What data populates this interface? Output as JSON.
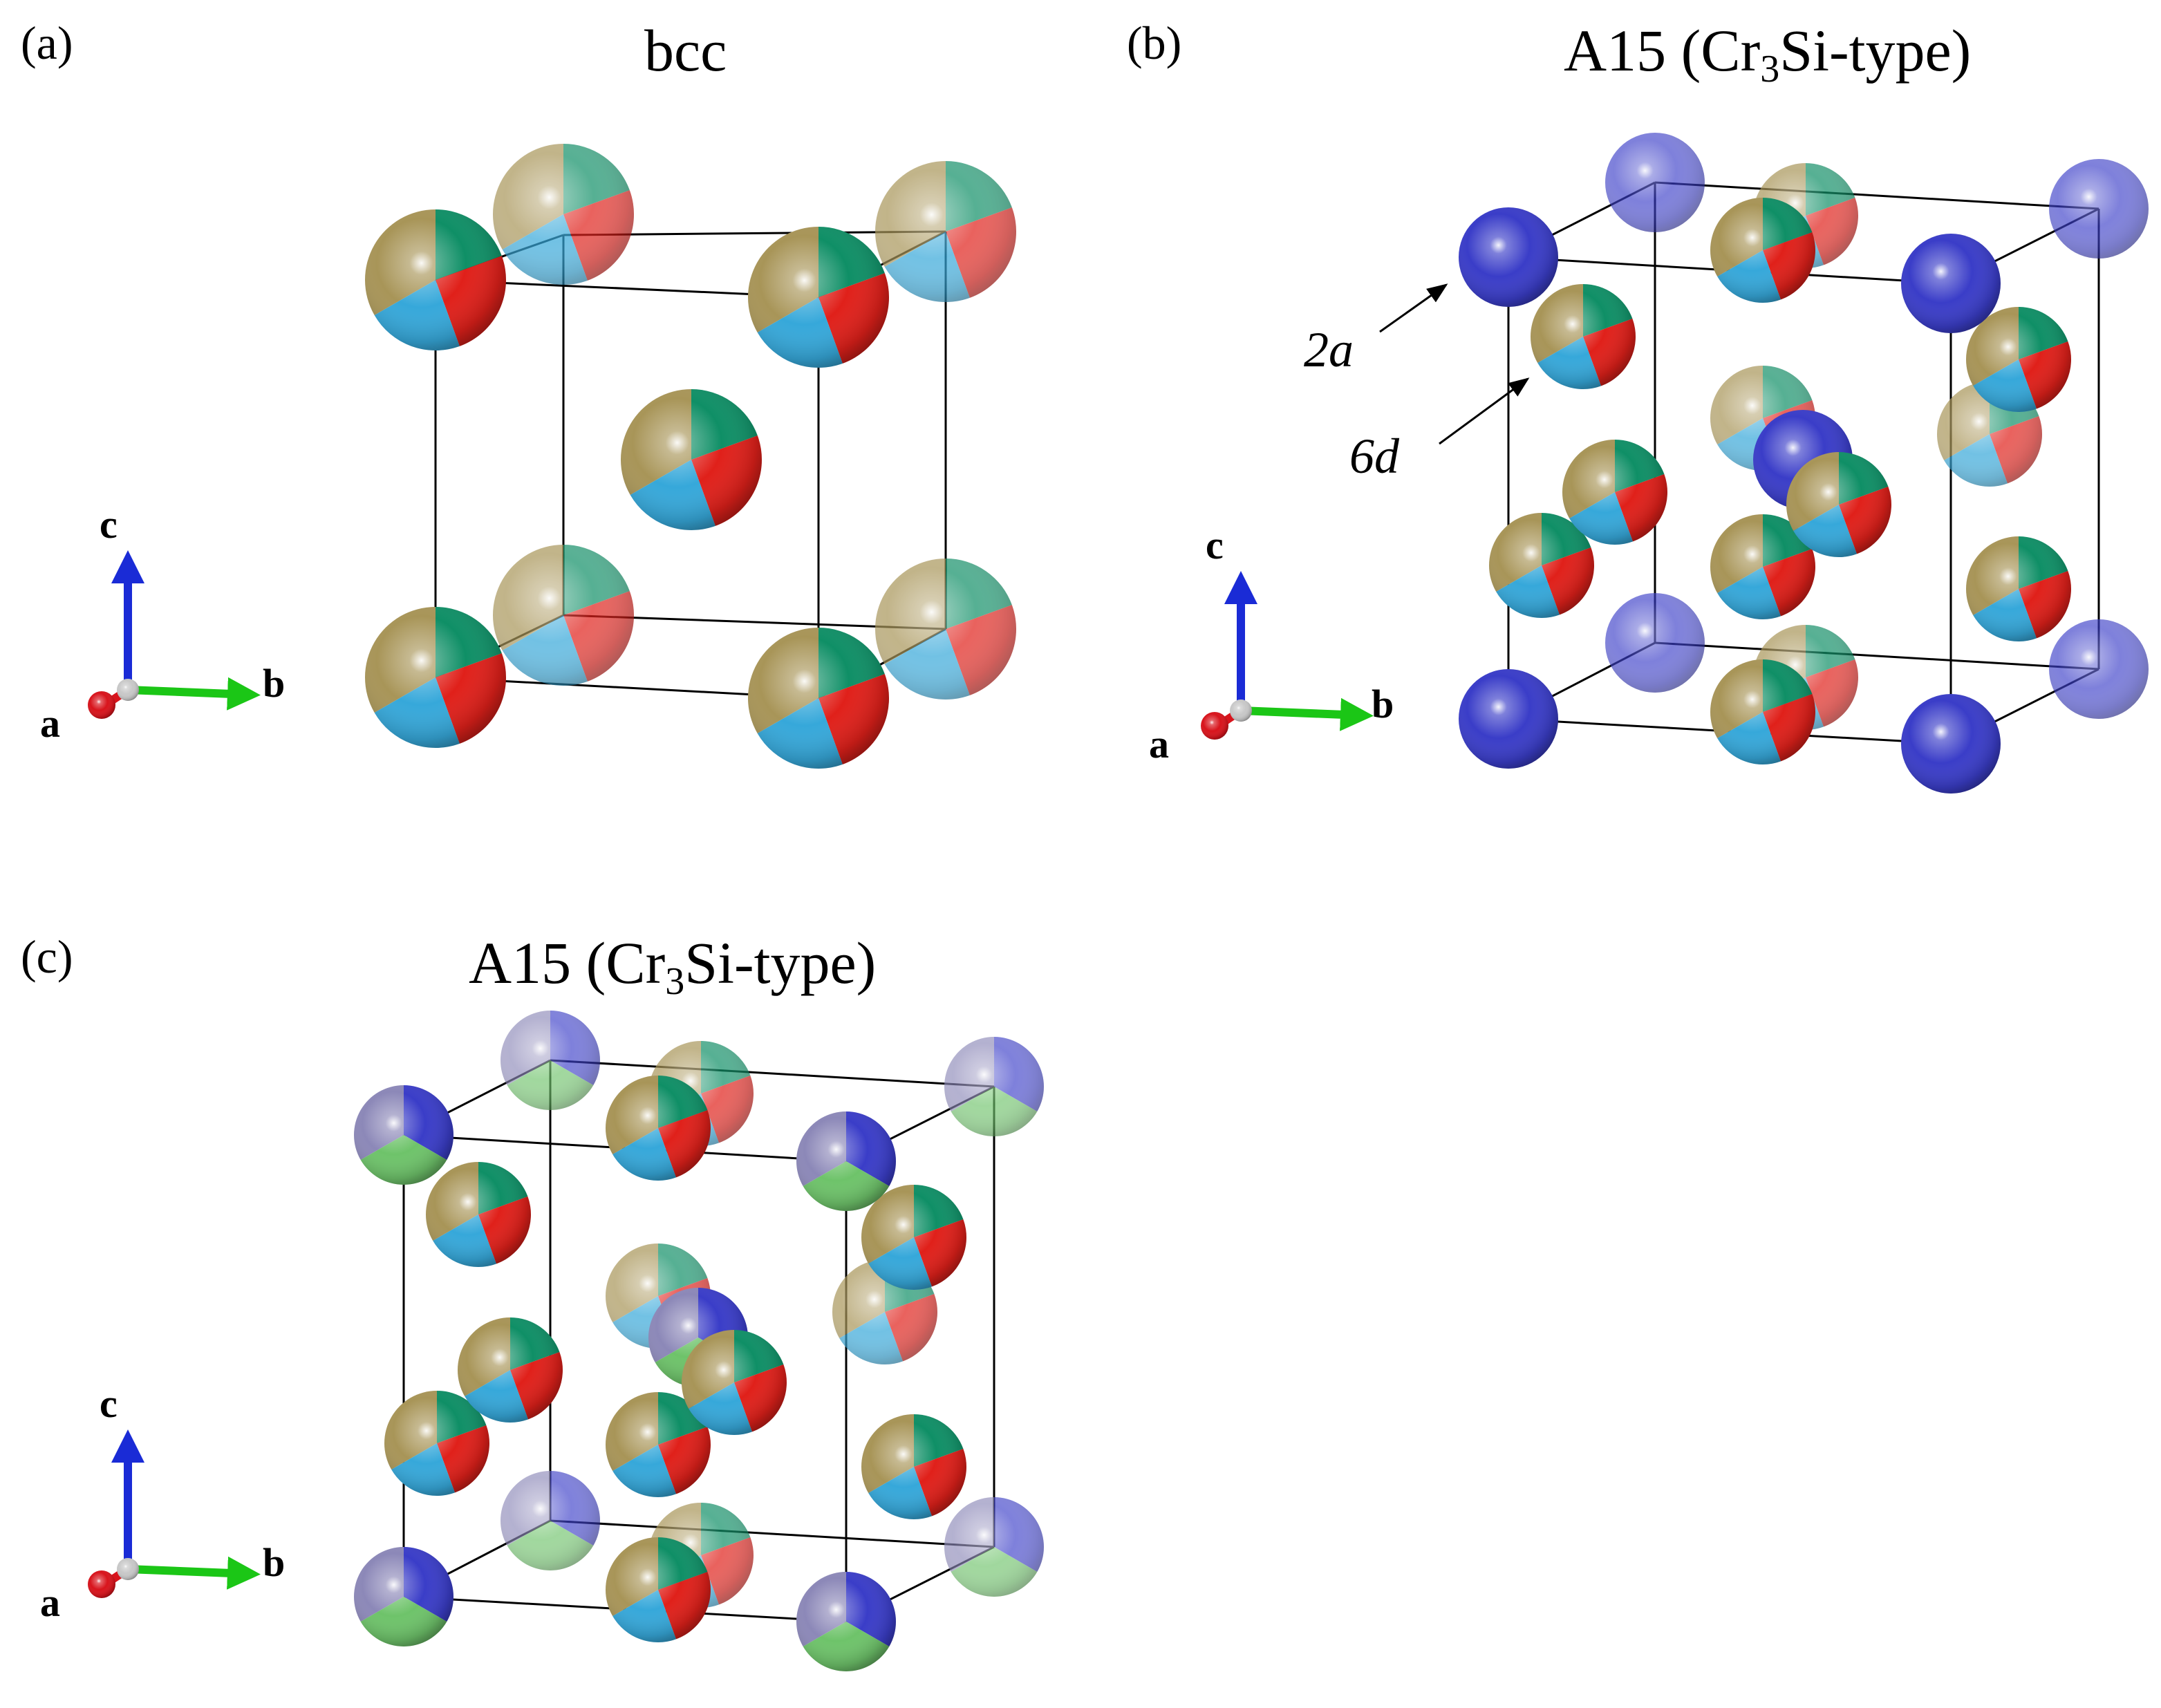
{
  "colors": {
    "edge": "#000000",
    "axis_a": "#d8141c",
    "axis_b": "#1bc616",
    "axis_c": "#1a2bd6",
    "origin": "#c8c8c8",
    "mixed_gold": "#a89558",
    "mixed_green": "#0f8f66",
    "mixed_red": "#e0201a",
    "mixed_cyan": "#36a8da",
    "site2a_blue": "#3a3dc8",
    "site2a_lilac": "#8c88b8",
    "site2a_green": "#6ec36a"
  },
  "panels": [
    {
      "id": "a",
      "label": "(a)",
      "title": "bcc",
      "axes": {
        "a": "a",
        "b": "b",
        "c": "c"
      }
    },
    {
      "id": "b",
      "label": "(b)",
      "title_pre": "A15 (Cr",
      "title_sub": "3",
      "title_post": "Si-type)",
      "axes": {
        "a": "a",
        "b": "b",
        "c": "c"
      },
      "site_labels": [
        {
          "num": "2",
          "letter": "a"
        },
        {
          "num": "6",
          "letter": "d"
        }
      ]
    },
    {
      "id": "c",
      "label": "(c)",
      "title_pre": "A15 (Cr",
      "title_sub": "3",
      "title_post": "Si-type)",
      "axes": {
        "a": "a",
        "b": "b",
        "c": "c"
      }
    }
  ]
}
